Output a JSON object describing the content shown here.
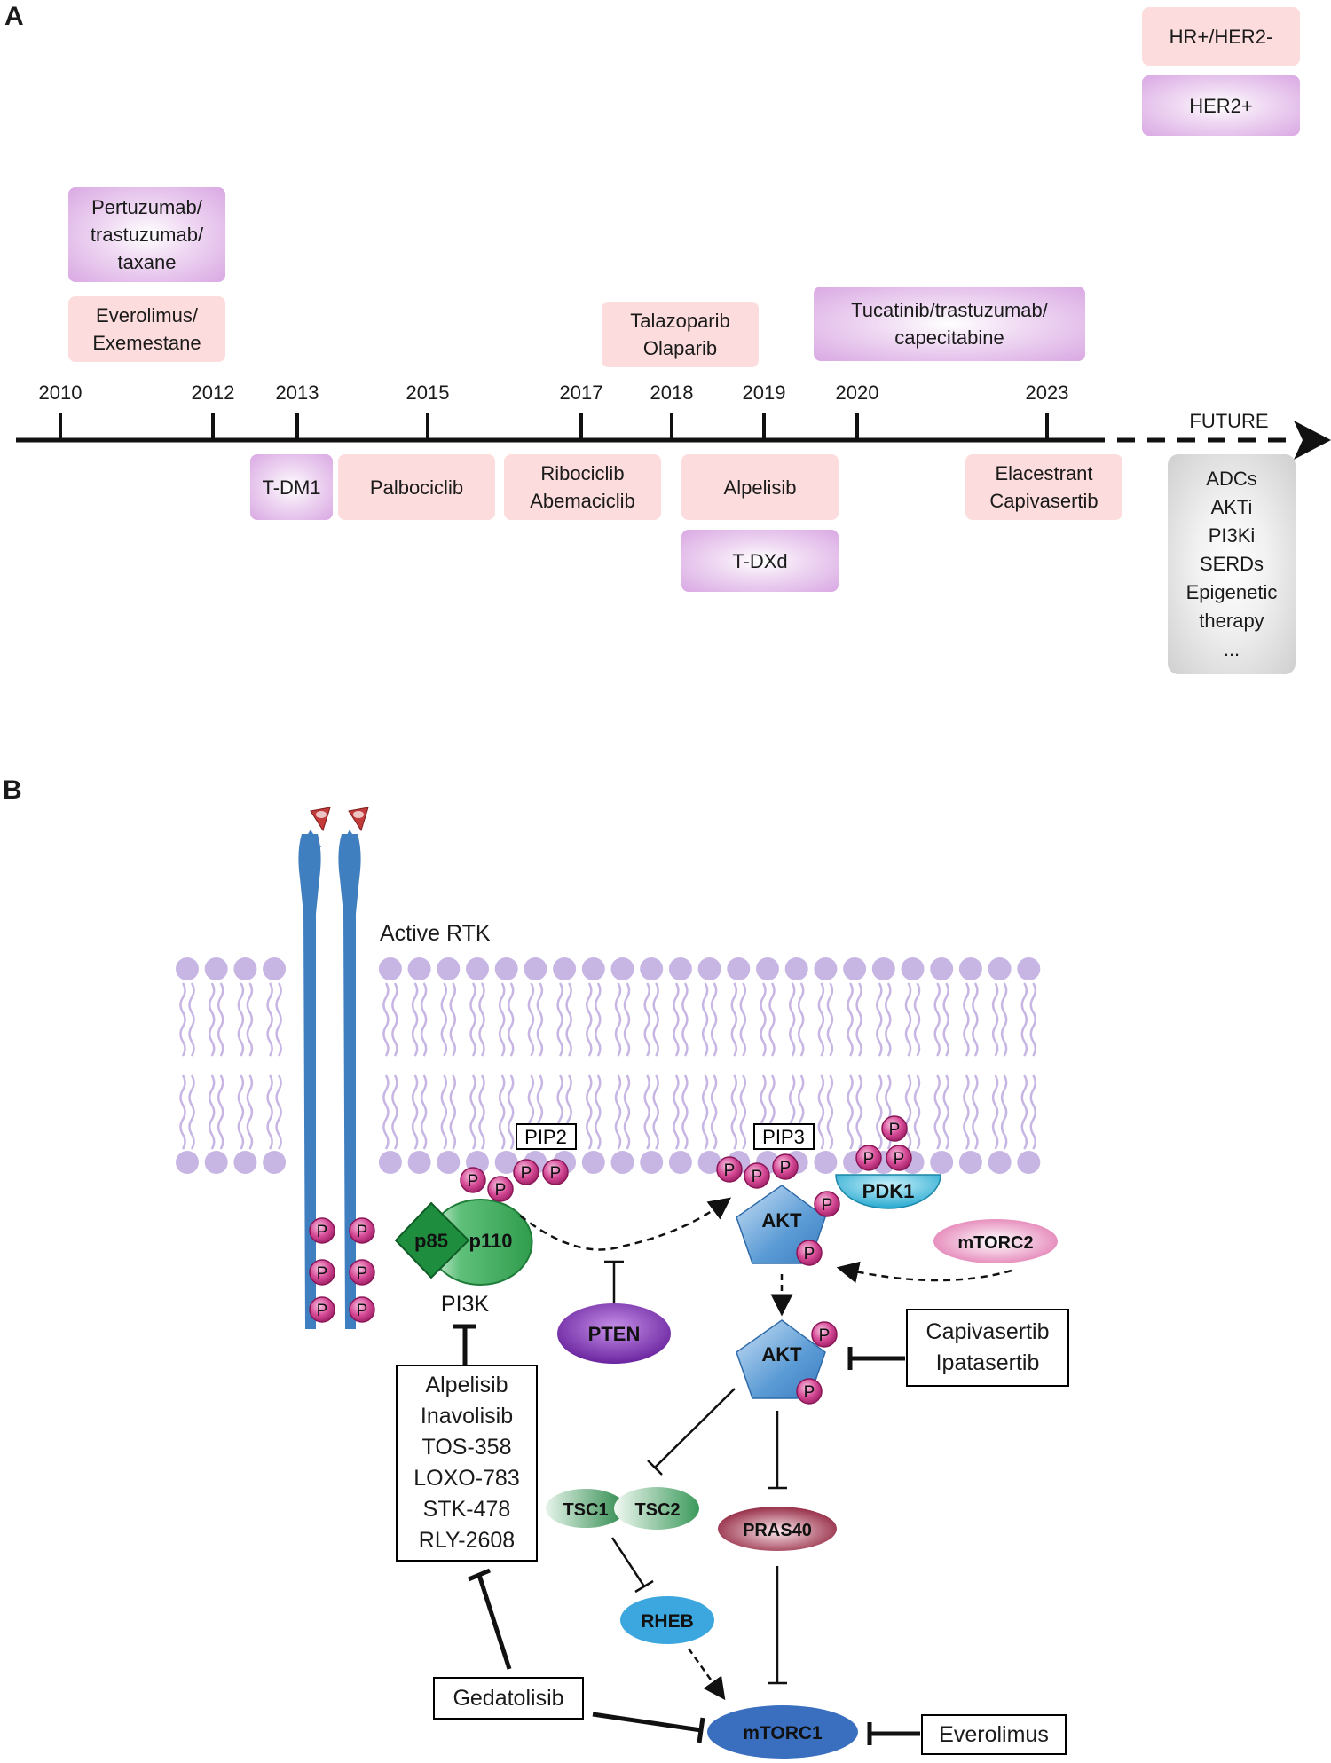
{
  "panel_a": {
    "label": "A",
    "years": [
      "2010",
      "2012",
      "2013",
      "2015",
      "2017",
      "2018",
      "2019",
      "2020",
      "2023"
    ],
    "future_label": "FUTURE",
    "legend": {
      "hr_label": "HR+/HER2-",
      "her2_label": "HER2+"
    },
    "above_boxes": [
      {
        "text": "Pertuzumab/\ntrastuzumab/\ntaxane",
        "type": "her2"
      },
      {
        "text": "Everolimus/\nExemestane",
        "type": "hr"
      },
      {
        "text": "Talazoparib\nOlaparib",
        "type": "hr"
      },
      {
        "text": "Tucatinib/trastuzumab/\ncapecitabine",
        "type": "her2"
      }
    ],
    "below_boxes": [
      {
        "text": "T-DM1",
        "type": "her2"
      },
      {
        "text": "Palbociclib",
        "type": "hr"
      },
      {
        "text": "Ribociclib\nAbemaciclib",
        "type": "hr"
      },
      {
        "text": "Alpelisib",
        "type": "hr"
      },
      {
        "text": "T-DXd",
        "type": "her2"
      },
      {
        "text": "Elacestrant\nCapivasertib",
        "type": "hr"
      }
    ],
    "future_box": "ADCs\nAKTi\nPI3Ki\nSERDs\nEpigenetic\ntherapy\n..."
  },
  "panel_b": {
    "label": "B",
    "rtk_label": "Active RTK",
    "pip2_label": "PIP2",
    "pip3_label": "PIP3",
    "phospho_label": "P",
    "pi3k": {
      "p85": "p85",
      "p110": "p110",
      "name": "PI3K"
    },
    "pten": "PTEN",
    "akt_label": "AKT",
    "pdk1": "PDK1",
    "mtorc2": "mTORC2",
    "tsc1": "TSC1",
    "tsc2": "TSC2",
    "pras40": "PRAS40",
    "rheb": "RHEB",
    "mtorc1": "mTORC1",
    "akt_inhibitors": "Capivasertib\nIpatasertib",
    "pi3k_inhibitors": "Alpelisib\nInavolisib\nTOS-358\nLOXO-783\nSTK-478\nRLY-2608",
    "dual_inhibitor": "Gedatolisib",
    "mtor_inhibitor": "Everolimus"
  },
  "colors": {
    "hr_box": "#fcdcdc",
    "her2_box": "#d9a8e3",
    "membrane": "#c7b6e4",
    "rtk": "#3f7fc0",
    "phospho": "#c2287c",
    "akt": "#5b9bd5",
    "pi3k": "#3bab57",
    "pten": "#7a2fb0",
    "mtorc1": "#3a6fc0",
    "rheb": "#3ba7de",
    "pras40": "#9b1f3c",
    "pdk1": "#2bb3d8",
    "mtorc2": "#e67fb4"
  }
}
